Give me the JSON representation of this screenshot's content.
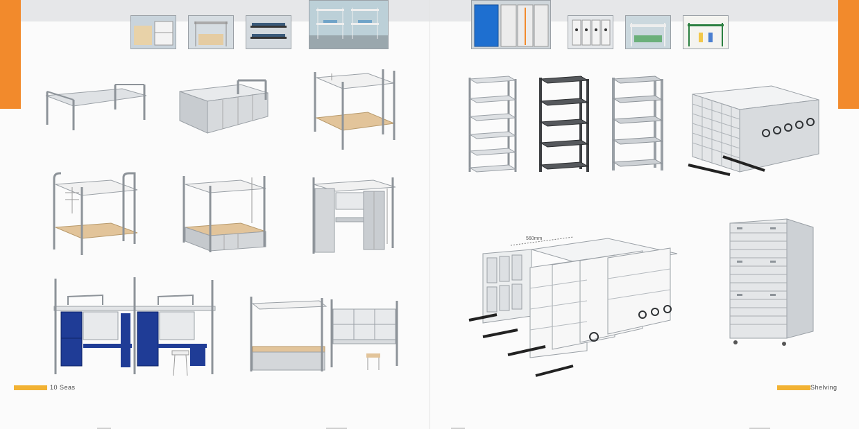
{
  "pages": {
    "left": {
      "footer_label": "10 Seas",
      "thumbnails": [
        "dorm-room-photo",
        "loft-bed-photo",
        "bunk-bed-photo",
        "dormitory-photo"
      ],
      "products": [
        "single-bed",
        "single-bed-with-cabinet",
        "bunk-bed",
        "bunk-bed-round-rail",
        "bunk-bed-with-cabinet",
        "loft-bed-with-desk-wardrobe",
        "double-loft-bed-desk-blue",
        "loft-bed-bookshelf-desk"
      ]
    },
    "right": {
      "footer_label": "Shelving",
      "thumbnails": [
        "locker-cabinet-photo",
        "mobile-shelving-photo",
        "loft-bed-photo-2",
        "student-room-photo"
      ],
      "products": [
        "shelf-unit-grey",
        "shelf-unit-dark",
        "shelf-unit-light",
        "mobile-drawer-cabinets",
        "mobile-archive-shelving-system",
        "flat-file-drawer-cabinet"
      ],
      "dimension_label": "560mm"
    }
  },
  "colors": {
    "accent_orange": "#f28a2c",
    "footer_yellow": "#f2b233",
    "band_grey": "#e6e7e9",
    "metal": "#bfc4c9",
    "wood": "#e2c49a",
    "blue_cabinet": "#1f3c96"
  }
}
